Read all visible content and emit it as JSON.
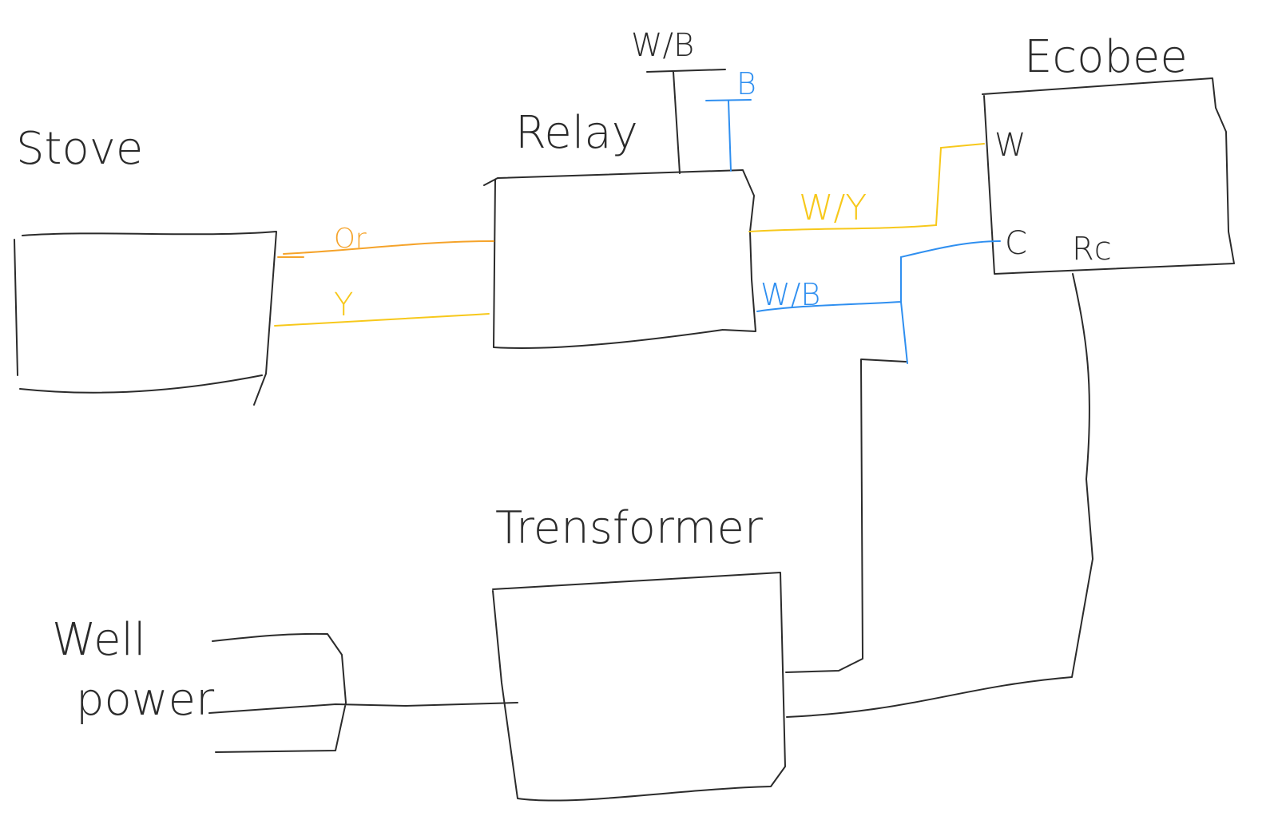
{
  "components": {
    "stove": "Stove",
    "relay": "Relay",
    "ecobee": "Ecobee",
    "transformer": "Trensformer",
    "well_power": [
      "Well",
      "power"
    ]
  },
  "terminals": {
    "relay_top_black": "W/B",
    "relay_top_blue": "B",
    "ecobee_w": "W",
    "ecobee_c": "C",
    "ecobee_rc": "Rc"
  },
  "wires": {
    "orange": "Or",
    "yellow_stove": "Y",
    "yellow_ecobee": "W/Y",
    "blue_ecobee": "W/B"
  },
  "colors": {
    "ink": "#2b2b2b",
    "orange": "#f5a32a",
    "yellow": "#f7c81b",
    "blue": "#2f8ff0"
  }
}
